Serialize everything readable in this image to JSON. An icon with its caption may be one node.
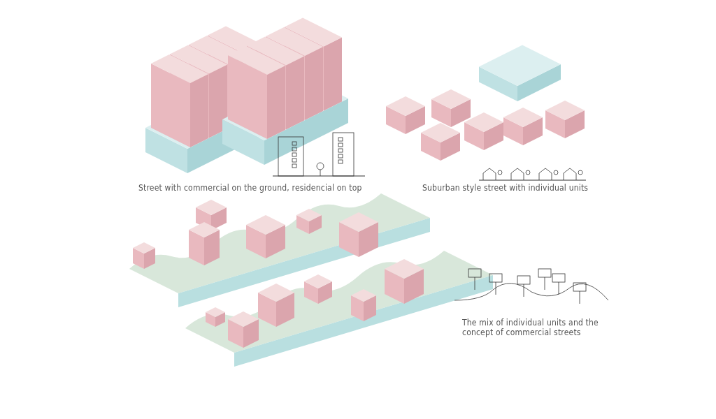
{
  "diagram": {
    "labels": [
      "Street with commercial on the ground, residencial on top",
      "Suburban style street with individual units",
      "The mix of individual units and the concept of commercial streets"
    ]
  }
}
